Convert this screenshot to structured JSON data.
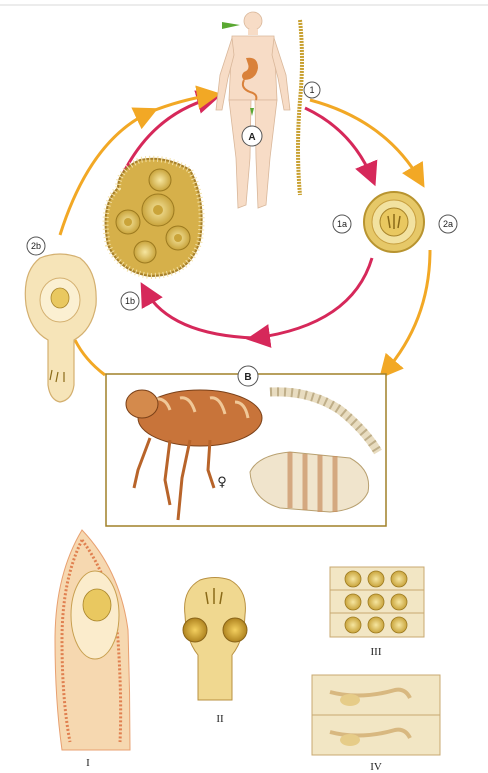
{
  "labels": {
    "host": "A",
    "vector": "B",
    "step1": "1",
    "step1a": "1a",
    "step1b": "1b",
    "step2a": "2a",
    "step2b": "2b",
    "female_symbol": "♀",
    "panel_I": "I",
    "panel_II": "II",
    "panel_III": "III",
    "panel_IV": "IV"
  },
  "colors": {
    "red_arrow": "#d6285a",
    "orange_arrow": "#f2a825",
    "skin": "#f7dcc6",
    "worm": "#c8a030",
    "egg": "#e8c85a",
    "flea": "#c8743a",
    "frame": "#a08028"
  }
}
